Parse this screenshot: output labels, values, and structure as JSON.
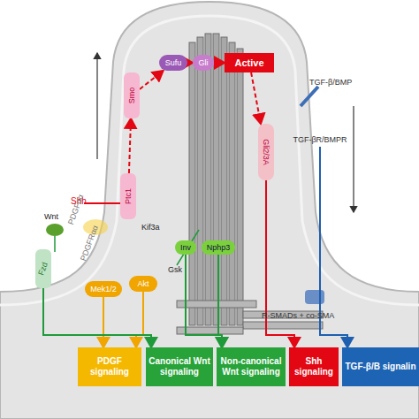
{
  "diagram": {
    "nodes": [
      {
        "text": [
          "Sufu"
        ]
      },
      {
        "text": [
          "Gli"
        ]
      },
      {
        "text": [
          "Active"
        ]
      },
      {
        "text": [
          "Smo"
        ]
      },
      {
        "text": [
          "Ptc1"
        ]
      },
      {
        "text": [
          "Gli2/3A"
        ]
      },
      {
        "text": [
          "Mek1/2"
        ]
      },
      {
        "text": [
          "Akt"
        ]
      },
      {
        "text": [
          "Fzd"
        ]
      },
      {
        "text": [
          "Inv"
        ]
      },
      {
        "text": [
          "Nphp3"
        ]
      },
      {
        "text": [
          "TGF-βR/BMPR"
        ]
      },
      {
        "text": [
          "PDGF signaling"
        ]
      },
      {
        "text": [
          "Canonical Wnt signaling"
        ]
      },
      {
        "text": [
          "Non-canonical Wnt signaling"
        ]
      },
      {
        "text": [
          "Shh signaling"
        ]
      },
      {
        "text": [
          "TGF-β/B signalin"
        ]
      }
    ],
    "edges": [
      {
        "from": 4,
        "to": 3,
        "arrow": "to"
      },
      {
        "from": 3,
        "to": 0,
        "arrow": "to"
      },
      {
        "from": 0,
        "to": 1,
        "arrow": "to"
      },
      {
        "from": 1,
        "to": 2,
        "arrow": "to"
      },
      {
        "from": 2,
        "to": 5,
        "arrow": "to"
      },
      {
        "from": 5,
        "to": 15,
        "arrow": "to"
      },
      {
        "from": 6,
        "to": 12,
        "arrow": "to"
      },
      {
        "from": 7,
        "to": 12,
        "arrow": "to"
      },
      {
        "from": 8,
        "to": 13,
        "arrow": "to"
      },
      {
        "from": 9,
        "to": 14,
        "arrow": "to"
      },
      {
        "from": 10,
        "to": 14,
        "arrow": "to"
      },
      {
        "from": 11,
        "to": 16,
        "arrow": "to"
      }
    ],
    "labels": [
      "Shh",
      "Kif3a",
      "PDGFRαα",
      "PDGFαα",
      "Wnt",
      "Gsk",
      "TGF-β/BMP",
      "R-SMADs + co-SMA"
    ]
  }
}
